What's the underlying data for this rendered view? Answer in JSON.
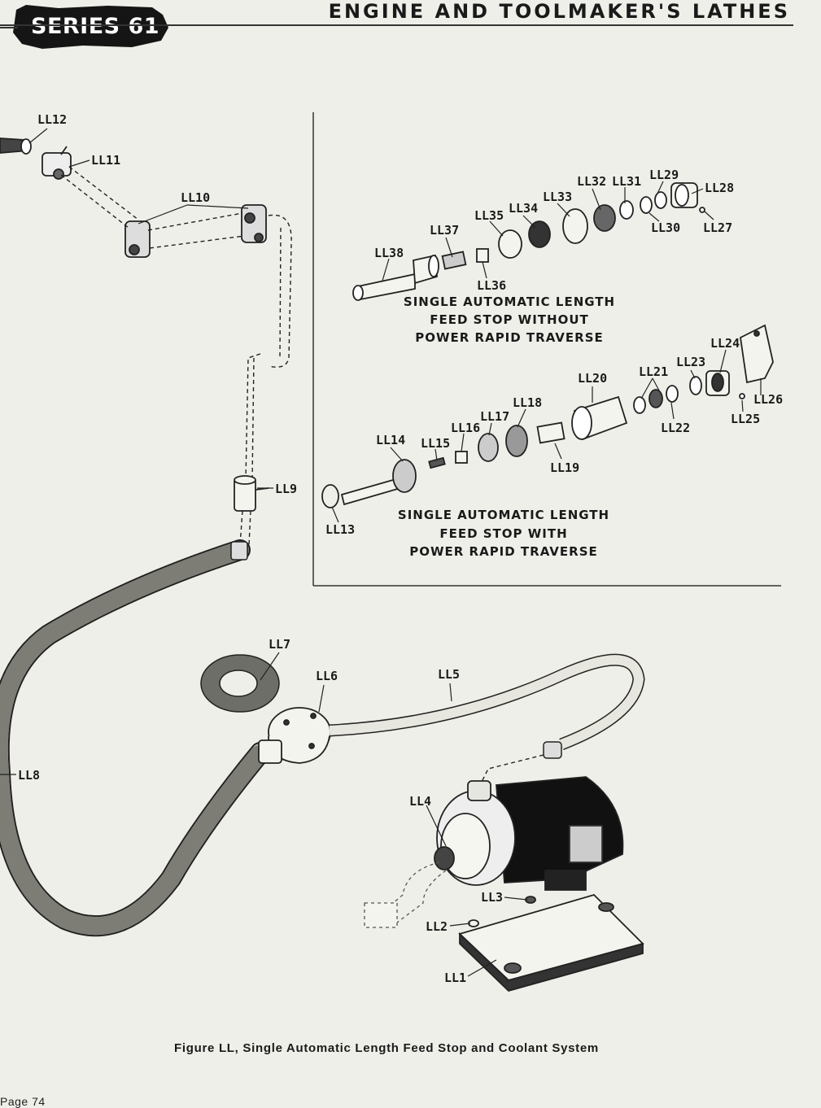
{
  "header": {
    "series_badge": "SERIES 61",
    "title": "ENGINE AND TOOLMAKER'S LATHES"
  },
  "inset": {
    "caption_without_traverse": [
      "SINGLE AUTOMATIC LENGTH",
      "FEED STOP WITHOUT",
      "POWER RAPID TRAVERSE"
    ],
    "caption_with_traverse": [
      "SINGLE AUTOMATIC LENGTH",
      "FEED STOP WITH",
      "POWER RAPID TRAVERSE"
    ]
  },
  "part_labels": {
    "LL1": "LL1",
    "LL2": "LL2",
    "LL3": "LL3",
    "LL4": "LL4",
    "LL5": "LL5",
    "LL6": "LL6",
    "LL7": "LL7",
    "LL8": "LL8",
    "LL9": "LL9",
    "LL10": "LL10",
    "LL11": "LL11",
    "LL12": "LL12",
    "LL13": "LL13",
    "LL14": "LL14",
    "LL15": "LL15",
    "LL16": "LL16",
    "LL17": "LL17",
    "LL18": "LL18",
    "LL19": "LL19",
    "LL20": "LL20",
    "LL21": "LL21",
    "LL22": "LL22",
    "LL23": "LL23",
    "LL24": "LL24",
    "LL25": "LL25",
    "LL26": "LL26",
    "LL27": "LL27",
    "LL28": "LL28",
    "LL29": "LL29",
    "LL30": "LL30",
    "LL31": "LL31",
    "LL32": "LL32",
    "LL33": "LL33",
    "LL34": "LL34",
    "LL35": "LL35",
    "LL36": "LL36",
    "LL37": "LL37",
    "LL38": "LL38"
  },
  "figure_caption": "Figure LL, Single Automatic Length Feed Stop and Coolant System",
  "page_number": "Page 74"
}
